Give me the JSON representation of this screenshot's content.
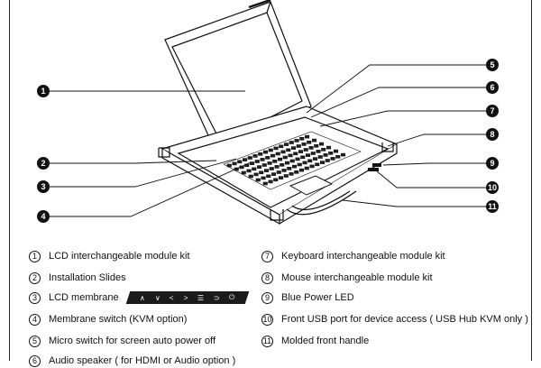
{
  "callouts": [
    {
      "num": "1",
      "label": "LCD interchangeable module kit"
    },
    {
      "num": "2",
      "label": "Installation Slides"
    },
    {
      "num": "3",
      "label": "LCD membrane"
    },
    {
      "num": "4",
      "label": "Membrane switch (KVM option)"
    },
    {
      "num": "5",
      "label": "Micro switch for screen auto power off"
    },
    {
      "num": "6",
      "label": "Audio speaker ( for HDMI or Audio option )"
    },
    {
      "num": "7",
      "label": "Keyboard interchangeable module kit"
    },
    {
      "num": "8",
      "label": "Mouse interchangeable module kit"
    },
    {
      "num": "9",
      "label": "Blue Power LED"
    },
    {
      "num": "10",
      "label": "Front USB port for device access ( USB Hub KVM only )"
    },
    {
      "num": "11",
      "label": "Molded front handle"
    }
  ],
  "membrane_keys": [
    "∧",
    "∨",
    "<",
    ">",
    "☰",
    "⊃",
    "⏻"
  ],
  "colors": {
    "ink": "#111111",
    "badge": "#111111",
    "membrane": "#1b1b1b"
  }
}
